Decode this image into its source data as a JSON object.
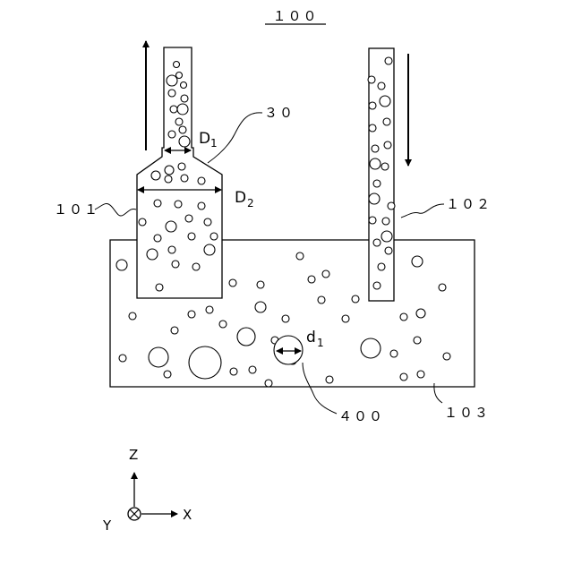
{
  "figure": {
    "title": "１００"
  },
  "labels": {
    "nozzle_tip": "３０",
    "outlet_pipe": "１０１",
    "inlet_pipe": "１０２",
    "tank": "１０３",
    "bubble": "４００",
    "diameter_1": "D",
    "diameter_1_sub": "1",
    "diameter_2": "D",
    "diameter_2_sub": "2",
    "bubble_diameter": "d",
    "bubble_diameter_sub": "1"
  },
  "axes": {
    "z": "Z",
    "x": "X",
    "y": "Y"
  },
  "flow": {
    "outlet_direction": "up",
    "inlet_direction": "down"
  }
}
